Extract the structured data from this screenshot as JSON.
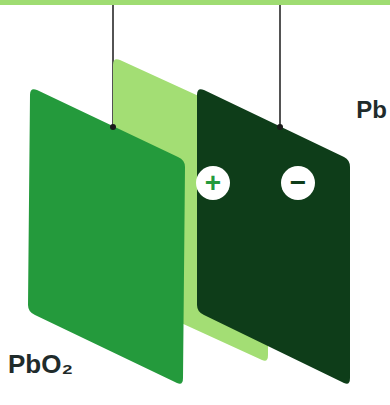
{
  "diagram": {
    "labels": [
      "Pb",
      "+",
      "−",
      "PbO₂"
    ]
  }
}
